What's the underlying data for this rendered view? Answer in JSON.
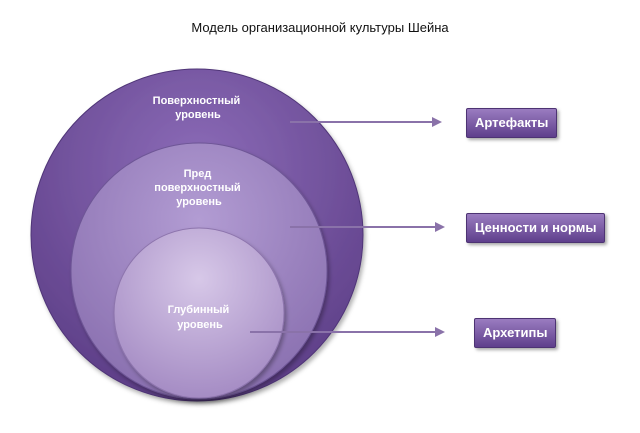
{
  "title": "Модель организационной культуры Шейна",
  "levels": [
    {
      "lines": [
        "Поверхностный",
        "уровень"
      ]
    },
    {
      "lines": [
        "Пред",
        "поверхностный",
        "уровень"
      ]
    },
    {
      "lines": [
        "Глубинный",
        "уровень"
      ]
    }
  ],
  "tags": [
    "Артефакты",
    "Ценности и нормы",
    "Архетипы"
  ],
  "colors": {
    "outer": "#6a4a95",
    "middle": "#9a82bf",
    "inner": "#c3b0d9",
    "arrow": "#8a72a9",
    "tag": "#6f4f9c"
  }
}
